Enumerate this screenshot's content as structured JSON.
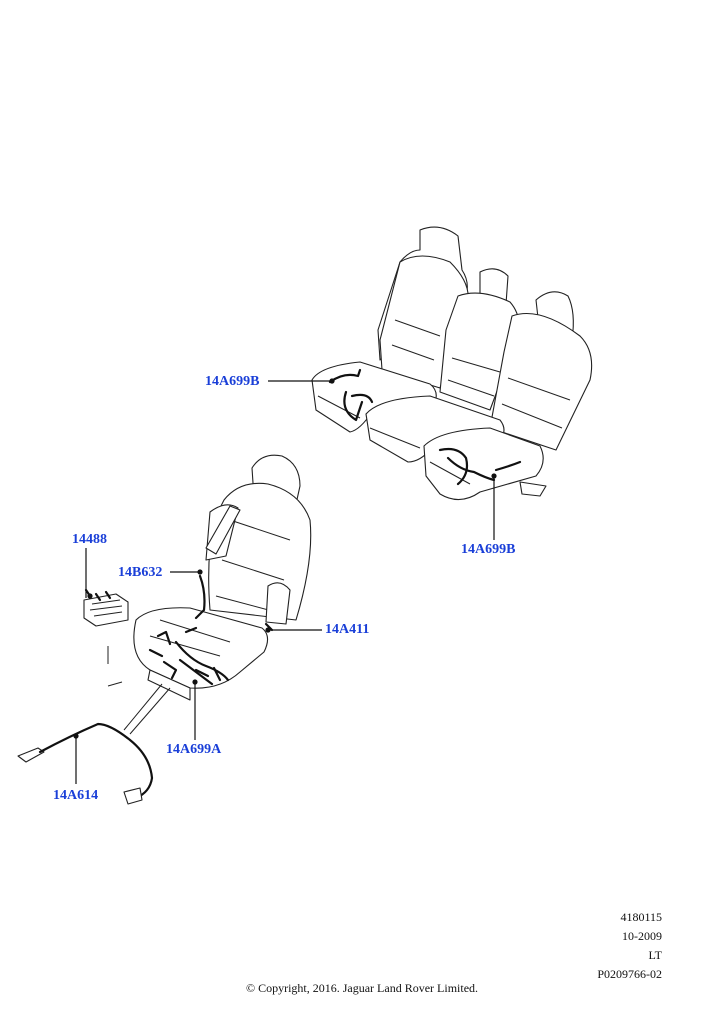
{
  "labels": {
    "rear_harness_top": "14A699B",
    "rear_harness_bottom": "14A699B",
    "switch_pack": "14488",
    "backrest_harness": "14B632",
    "lumbar_harness": "14A411",
    "cushion_harness": "14A699A",
    "jumper_harness": "14A614"
  },
  "meta": {
    "ref_number": "4180115",
    "date": "10-2009",
    "code": "LT",
    "illustration_id": "P0209766-02"
  },
  "copyright": "© Copyright, 2016. Jaguar Land Rover Limited."
}
